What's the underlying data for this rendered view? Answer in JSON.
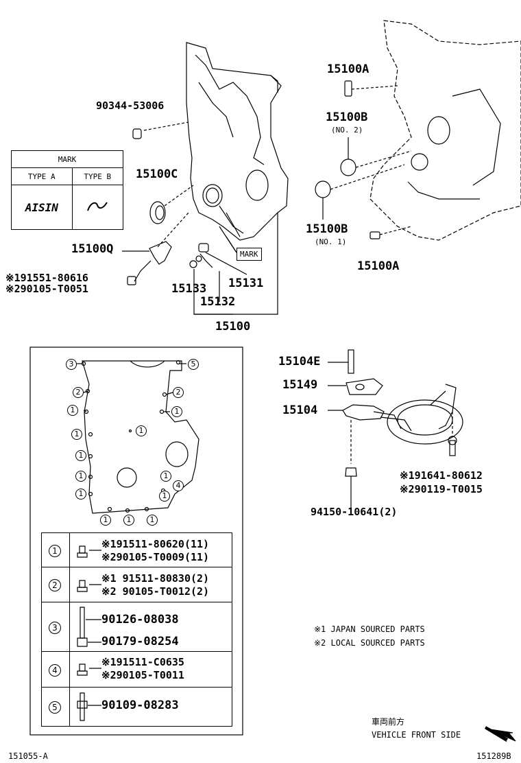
{
  "mark_table": {
    "header": "MARK",
    "col_a": "TYPE A",
    "col_b": "TYPE B",
    "logo_a": "AISIN"
  },
  "labels": {
    "p90344": "90344-53006",
    "p15100C": "15100C",
    "p15100Q": "15100Q",
    "p191551": "※191551-80616",
    "p290105": "※290105-T0051",
    "p15133": "15133",
    "p15131": "15131",
    "p15132": "15132",
    "p15100": "15100",
    "mark": "MARK",
    "p15100A_top": "15100A",
    "p15100B_top": "15100B",
    "no2": "(NO. 2)",
    "p15100B_bot": "15100B",
    "no1": "(NO. 1)",
    "p15100A_bot": "15100A",
    "p15104E": "15104E",
    "p15149": "15149",
    "p15104": "15104",
    "p191641": "※191641-80612",
    "p290119": "※290119-T0015",
    "p94150": "94150-10641(2)"
  },
  "cover_callouts": [
    "3",
    "5",
    "2",
    "2",
    "1",
    "1",
    "1",
    "1",
    "1",
    "1",
    "1",
    "1",
    "4",
    "1",
    "1",
    "1",
    "1"
  ],
  "bolt_table": [
    {
      "num": "1",
      "line1": "※191511-80620(11)",
      "line2": "※290105-T0009(11)"
    },
    {
      "num": "2",
      "line1": "※1 91511-80830(2)",
      "line2": "※2 90105-T0012(2)"
    },
    {
      "num": "3",
      "line1": "90126-08038",
      "line2": "90179-08254"
    },
    {
      "num": "4",
      "line1": "※191511-C0635",
      "line2": "※290105-T0011"
    },
    {
      "num": "5",
      "line1": "90109-08283",
      "line2": ""
    }
  ],
  "notes": {
    "n1": "※1 JAPAN SOURCED PARTS",
    "n2": "※2 LOCAL SOURCED PARTS"
  },
  "front": {
    "jp": "車両前方",
    "en": "VEHICLE FRONT SIDE"
  },
  "footer": {
    "left": "151055-A",
    "right": "151289B"
  }
}
